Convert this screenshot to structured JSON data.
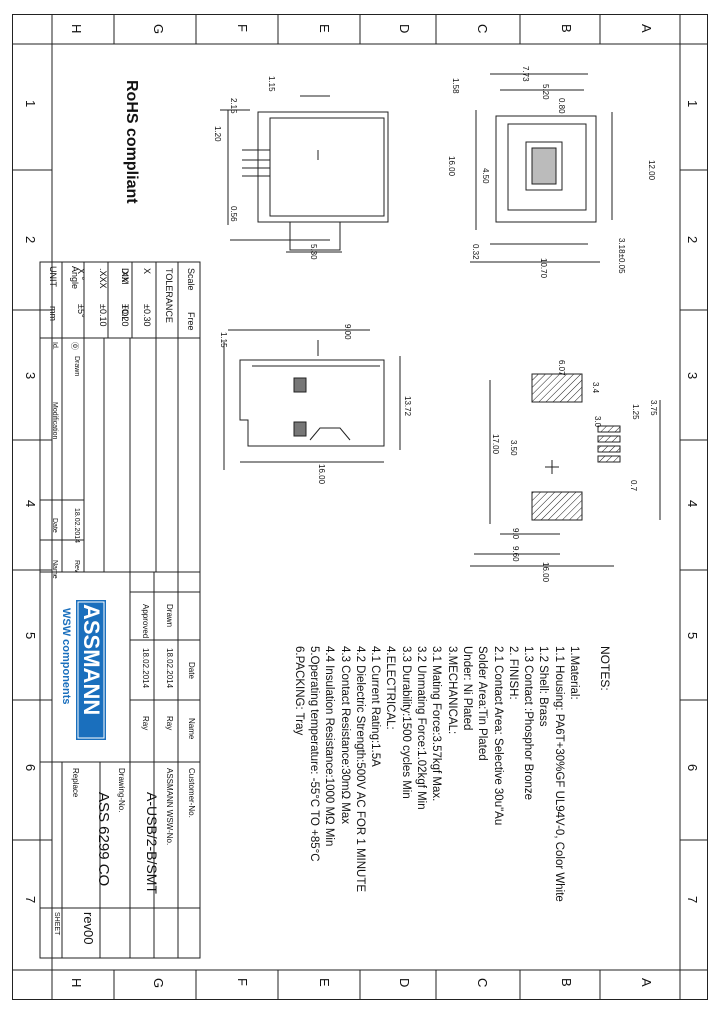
{
  "zones": {
    "letters": [
      "H",
      "G",
      "F",
      "E",
      "D",
      "C",
      "B",
      "A"
    ],
    "numbers": [
      "1",
      "2",
      "3",
      "4",
      "5",
      "6",
      "7"
    ]
  },
  "rohs": "RoHS compliant",
  "notes": {
    "title": "NOTES:",
    "lines": [
      "1.Material:",
      "1.1 Housing: PA6T+30%GF  UL94V-0, Color White",
      "1.2 Shell: Brass",
      "1.3 Contact :Phosphor Bronze",
      "2. FINISH:",
      "2.1 Contact Area: Selective 30u\"Au",
      "      Solder Area:Tin Plated",
      "      Under: Ni Plated",
      "3.MECHANICAL:",
      "3.1 Mating Force:3.57kgf Max.",
      "3.2 Unmating Force:1.02kgf Min",
      "3.3 Durability:1500 cycles Min",
      "4.ELECTRICAL:",
      "4.1 Current Rating:1.5A",
      "4.2 Dielectric Strength:500V AC FOR 1 MINUTE",
      "4.3 Contact Resistance:30mΩ Max",
      "4.4 Insulation Resistance:1000 MΩ Min",
      "5.Operating temperature: -55°C TO +85°C",
      "6.PACKING: Tray"
    ]
  },
  "dims": {
    "d1": [
      "2.15",
      "1.20",
      "0.56",
      "5.30",
      "1.15"
    ],
    "d2": [
      "1.58",
      "7.73",
      "5.20",
      "0.80",
      "16.00",
      "4.50",
      "12.00",
      "0.32",
      "10.70",
      "3.18±0.05"
    ],
    "d3": [
      "1.15",
      "9.00",
      "13.72",
      "16.00"
    ],
    "d4": [
      "6.07",
      "3.4",
      "1.25",
      "3.75",
      "3.0",
      "3.50",
      "17.00",
      "9.0",
      "9.60",
      "16.00",
      "0.7"
    ]
  },
  "title_block": {
    "scale_label": "Scale",
    "scale_value": "Free",
    "tolerance_label": "TOLERANCE",
    "tol_rows": [
      [
        "X",
        "±0.30"
      ],
      [
        ".XX",
        "±0.20"
      ],
      [
        ".XXX",
        "±0.10"
      ],
      [
        "X °",
        "±5°"
      ]
    ],
    "dim_label": "DIM",
    "tol_label": "TOL",
    "angle_label": "Angle",
    "unit_label": "UNIT",
    "unit_value": "mm",
    "rev_headers": [
      "Id.",
      "Modification",
      "Date",
      "Name"
    ],
    "rev_row": [
      "⓪",
      "Drawn",
      "18.02.2014",
      "Rev"
    ],
    "drawn": "Drawn",
    "approved": "Approved",
    "date_label": "Date",
    "name_label": "Name",
    "drawn_date": "18.02.2014",
    "approved_date": "18.02.2014",
    "drawn_name": "Ray",
    "approved_name": "Ray",
    "customer_label": "Customer-No.",
    "assmann_label": "ASSMANN WSW-No.",
    "wsw_no": "A-USB/2-B/SMT",
    "drawing_label": "Drawing-No.",
    "drawing_no": "ASS 6299 CO",
    "replace_label": "Replace",
    "rev": "rev00",
    "sheet": "SHEET",
    "logo_main": "ASSMANN",
    "logo_sub": "WSW components"
  }
}
